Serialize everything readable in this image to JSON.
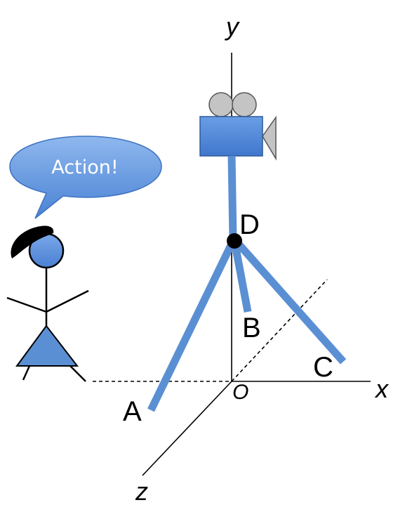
{
  "axes": {
    "x_label": "x",
    "y_label": "y",
    "z_label": "z",
    "origin_label": "O"
  },
  "points": {
    "a_label": "A",
    "b_label": "B",
    "c_label": "C",
    "d_label": "D"
  },
  "speech_bubble": {
    "text": "Action!"
  },
  "colors": {
    "leg_blue": "#5b8fd3",
    "camera_blue": "#4f86d9",
    "reel_gray": "#c4c4c4",
    "hat_black": "#000000",
    "axis_black": "#000000"
  }
}
